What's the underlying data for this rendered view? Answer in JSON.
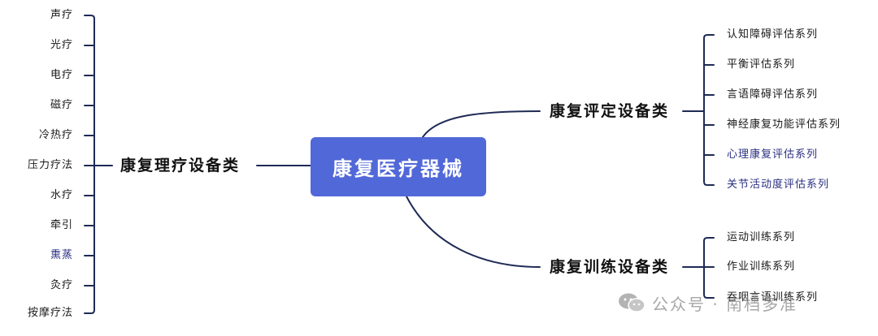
{
  "center": {
    "label": "康复医疗器械"
  },
  "left_branch": {
    "label": "康复理疗设备类",
    "items": [
      "声疗",
      "光疗",
      "电疗",
      "磁疗",
      "冷热疗",
      "压力疗法",
      "水疗",
      "牵引",
      "熏蒸",
      "灸疗",
      "按摩疗法"
    ]
  },
  "right_top_branch": {
    "label": "康复评定设备类",
    "items": [
      "认知障碍评估系列",
      "平衡评估系列",
      "言语障碍评估系列",
      "神经康复功能评估系列",
      "心理康复评估系列",
      "关节活动度评估系列"
    ]
  },
  "right_bottom_branch": {
    "label": "康复训练设备类",
    "items": [
      "运动训练系列",
      "作业训练系列",
      "吞咽言语训练系列"
    ]
  },
  "watermark": {
    "text": "公众号 · 南档多准"
  },
  "colors": {
    "line": "#1f2a55",
    "center_bg": "#5168d8",
    "center_text": "#ffffff"
  }
}
